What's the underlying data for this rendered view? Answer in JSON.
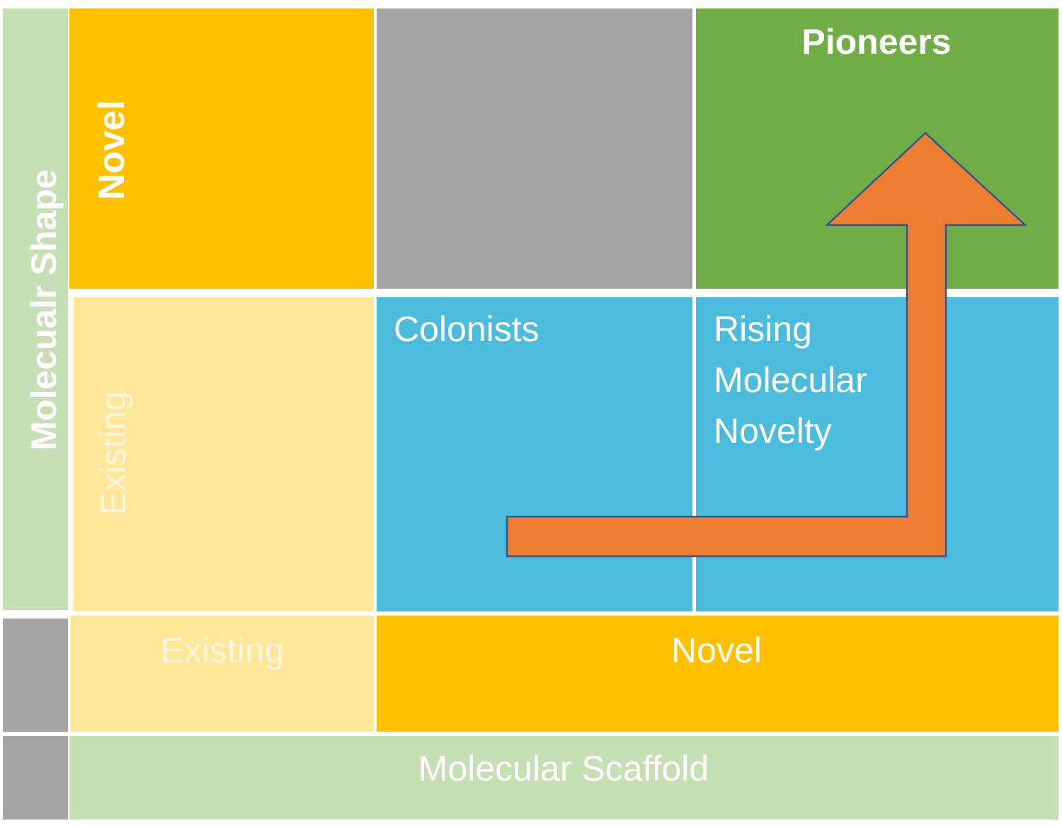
{
  "axes": {
    "y_label": "Molecualr Shape",
    "x_label": "Molecular Scaffold"
  },
  "rows": {
    "novel": "Novel",
    "existing": "Existing"
  },
  "columns": {
    "existing": "Existing",
    "novel": "Novel"
  },
  "quadrants": {
    "pioneers": "Pioneers",
    "colonists": "Colonists",
    "rising_line1": "Rising",
    "rising_line2": "Molecular",
    "rising_line3": "Novelty"
  },
  "colors": {
    "light_green": "#c5e0b4",
    "gray": "#a5a5a5",
    "amber": "#ffc000",
    "pale_yellow": "#ffe699",
    "green": "#70ad47",
    "blue": "#4bbcdb",
    "arrow_fill": "#ed7d31",
    "arrow_stroke": "#2f5597"
  }
}
